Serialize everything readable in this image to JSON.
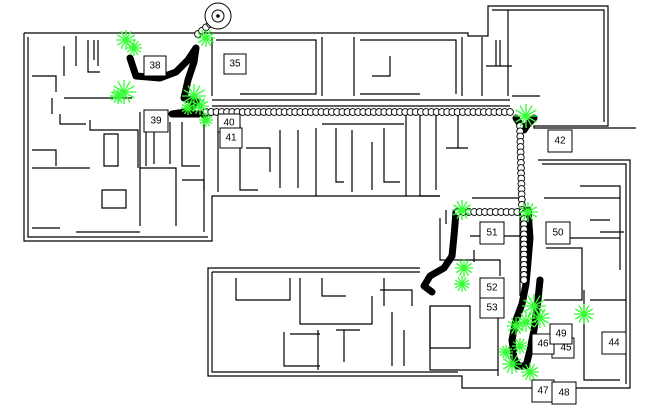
{
  "map": {
    "title": "",
    "colors": {
      "background": "#ffffff",
      "walls": "#000000",
      "trail": "#000000",
      "observation_marker": "#33ff33"
    },
    "markers": {
      "robot_start_icon": "target-circle-icon",
      "observation_icon": "green-star-icon",
      "trail_icon": "circle-pose-icon"
    },
    "room_labels": [
      "35",
      "38",
      "39",
      "40",
      "41",
      "42",
      "44",
      "45",
      "46",
      "47",
      "48",
      "49",
      "50",
      "51",
      "52",
      "53"
    ]
  }
}
